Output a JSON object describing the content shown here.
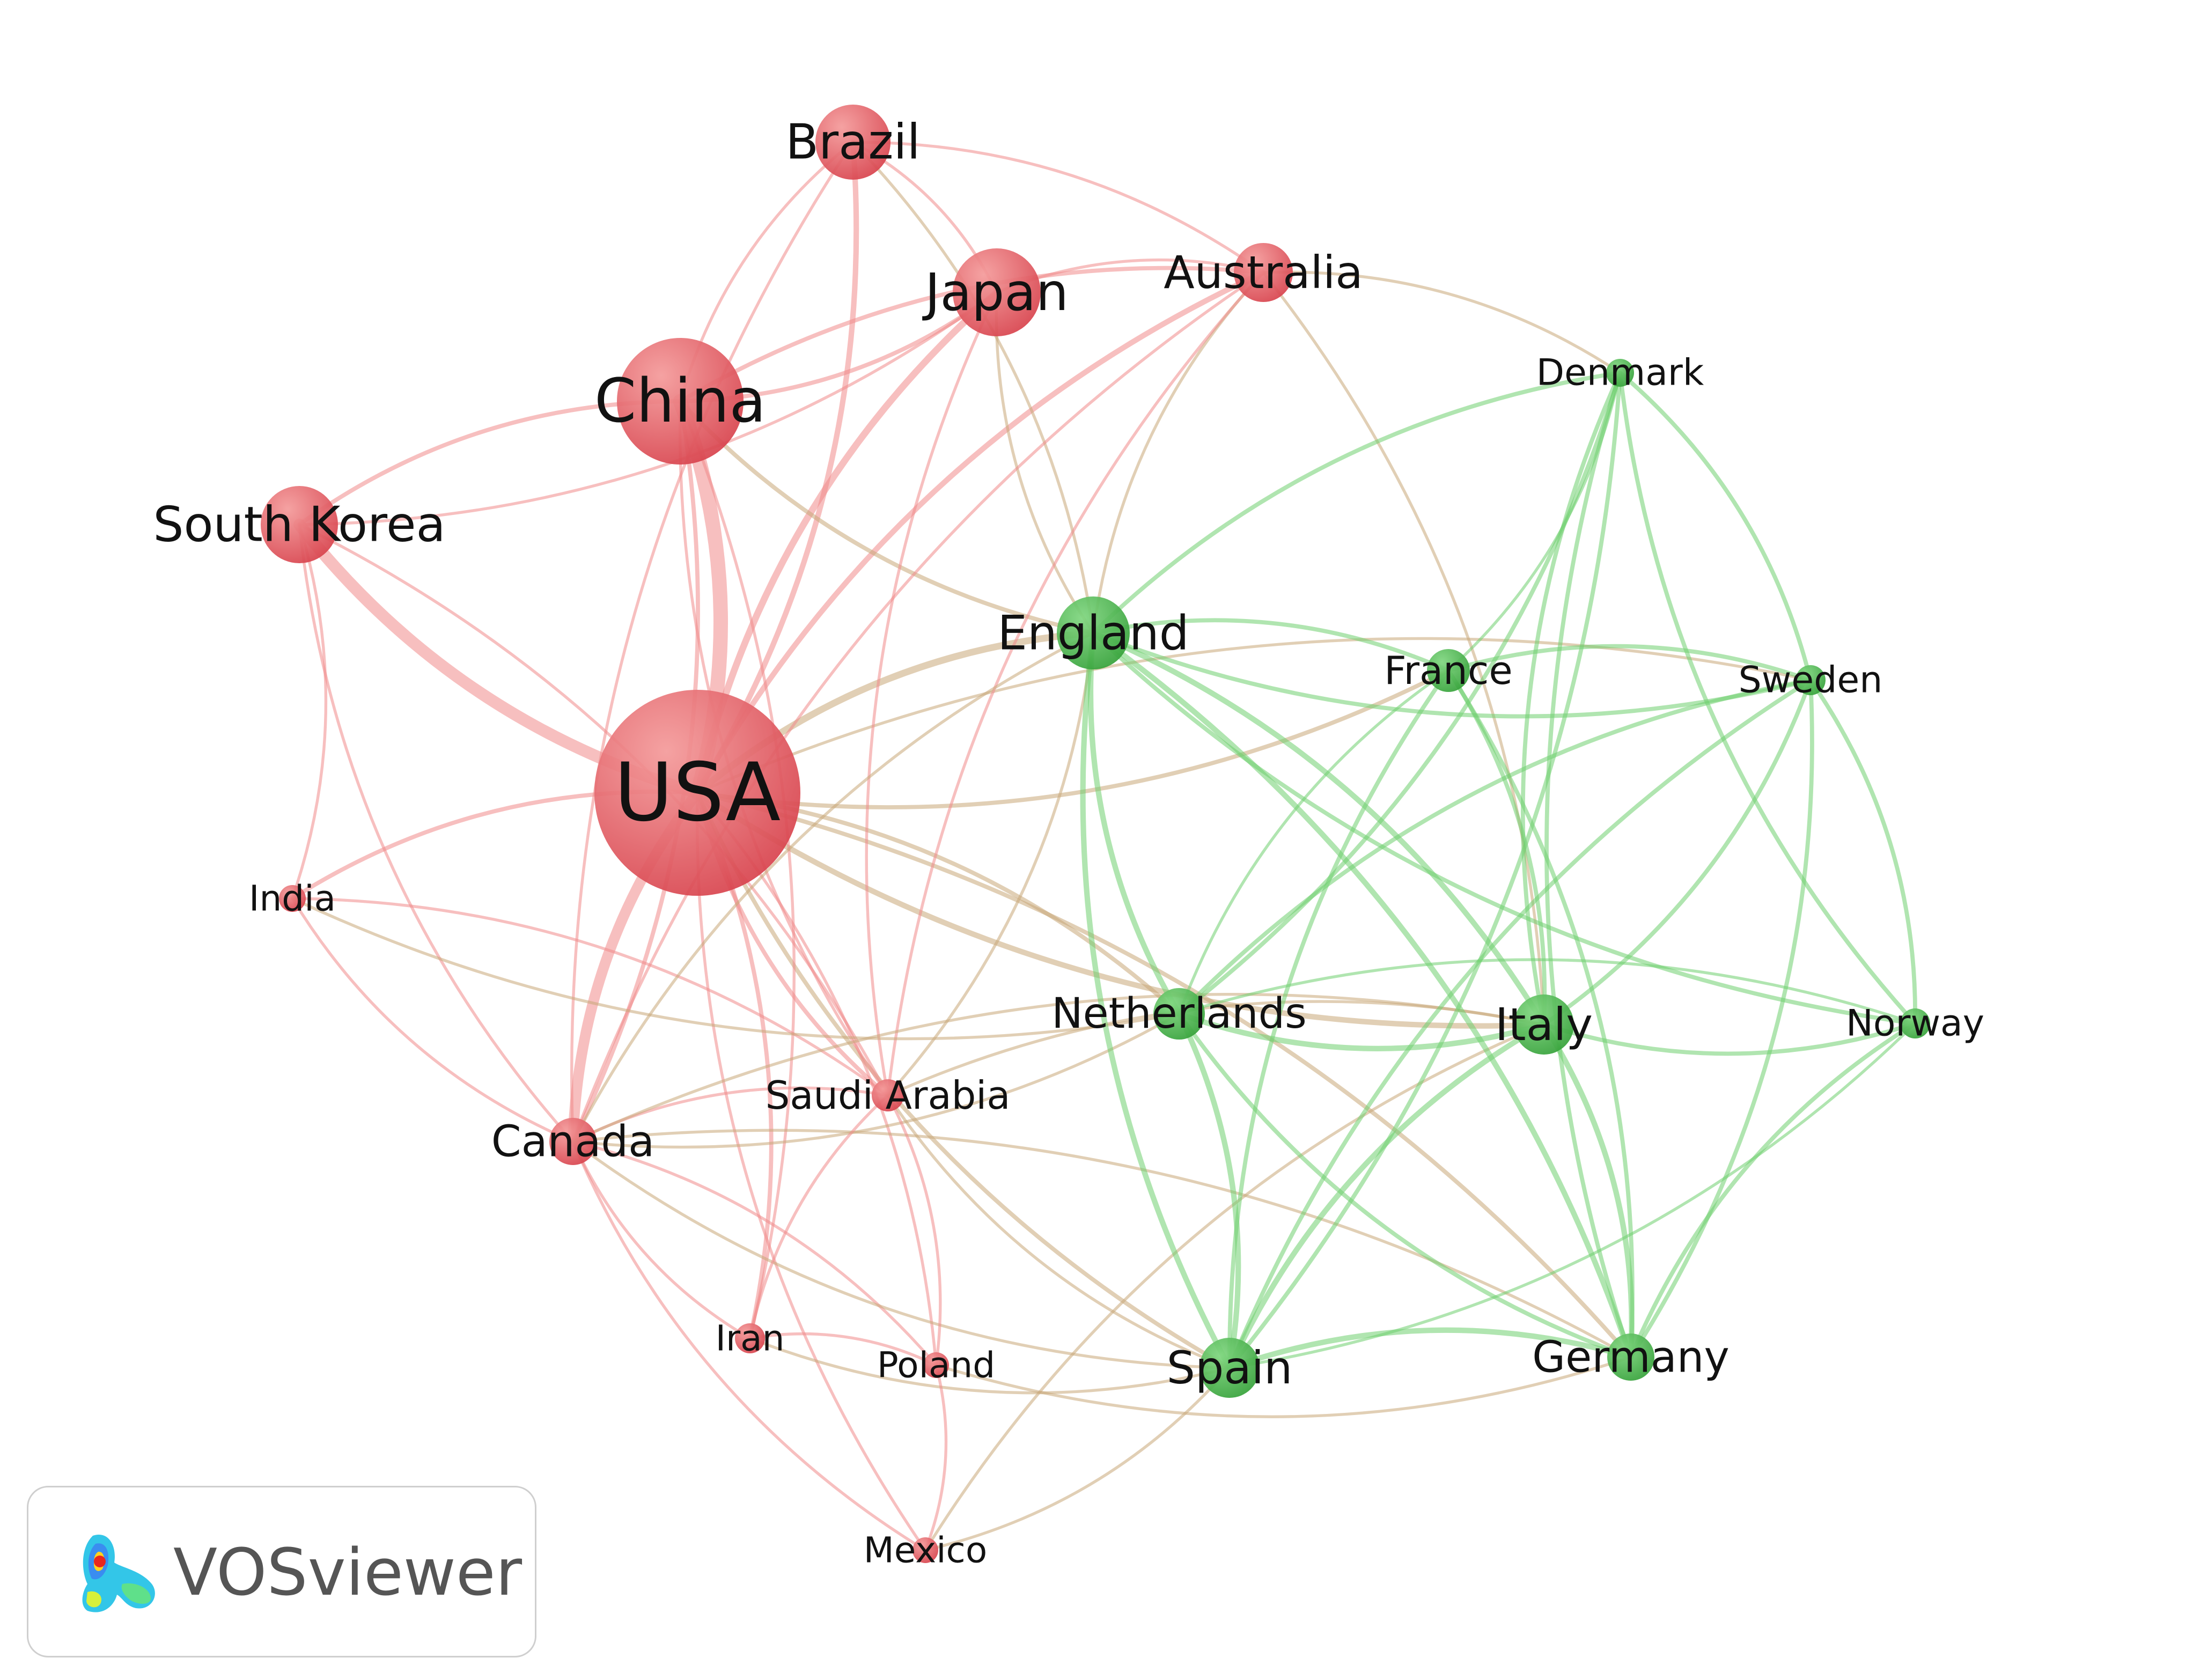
{
  "colors": {
    "cluster_red": "#e0505a",
    "cluster_green": "#46b046",
    "edge_red": "#f08a8a",
    "edge_green": "#6fcf6f",
    "edge_mixed": "#c9a878",
    "label": "#111111"
  },
  "brand": {
    "name": "VOSviewer",
    "logo_icon": "vosviewer-density-logo-icon"
  },
  "network": {
    "nodes": [
      {
        "id": "usa",
        "label": "USA",
        "cluster": 1,
        "weight": 100
      },
      {
        "id": "china",
        "label": "China",
        "cluster": 1,
        "weight": 38
      },
      {
        "id": "japan",
        "label": "Japan",
        "cluster": 1,
        "weight": 15
      },
      {
        "id": "brazil",
        "label": "Brazil",
        "cluster": 1,
        "weight": 10
      },
      {
        "id": "australia",
        "label": "Australia",
        "cluster": 1,
        "weight": 8
      },
      {
        "id": "south_korea",
        "label": "South Korea",
        "cluster": 1,
        "weight": 12
      },
      {
        "id": "india",
        "label": "India",
        "cluster": 1,
        "weight": 2
      },
      {
        "id": "canada",
        "label": "Canada",
        "cluster": 1,
        "weight": 6
      },
      {
        "id": "saudi_arabia",
        "label": "Saudi Arabia",
        "cluster": 1,
        "weight": 3
      },
      {
        "id": "iran",
        "label": "Iran",
        "cluster": 1,
        "weight": 2
      },
      {
        "id": "poland",
        "label": "Poland",
        "cluster": 1,
        "weight": 2
      },
      {
        "id": "mexico",
        "label": "Mexico",
        "cluster": 1,
        "weight": 2
      },
      {
        "id": "england",
        "label": "England",
        "cluster": 2,
        "weight": 9
      },
      {
        "id": "france",
        "label": "France",
        "cluster": 2,
        "weight": 3
      },
      {
        "id": "denmark",
        "label": "Denmark",
        "cluster": 2,
        "weight": 2
      },
      {
        "id": "sweden",
        "label": "Sweden",
        "cluster": 2,
        "weight": 2
      },
      {
        "id": "netherlands",
        "label": "Netherlands",
        "cluster": 2,
        "weight": 6
      },
      {
        "id": "italy",
        "label": "Italy",
        "cluster": 2,
        "weight": 7
      },
      {
        "id": "norway",
        "label": "Norway",
        "cluster": 2,
        "weight": 2
      },
      {
        "id": "spain",
        "label": "Spain",
        "cluster": 2,
        "weight": 7
      },
      {
        "id": "germany",
        "label": "Germany",
        "cluster": 2,
        "weight": 5
      }
    ],
    "links": [
      [
        "usa",
        "china",
        10
      ],
      [
        "usa",
        "south_korea",
        8
      ],
      [
        "usa",
        "canada",
        7
      ],
      [
        "usa",
        "japan",
        4
      ],
      [
        "usa",
        "brazil",
        3
      ],
      [
        "usa",
        "australia",
        3
      ],
      [
        "usa",
        "india",
        2
      ],
      [
        "usa",
        "england",
        4
      ],
      [
        "usa",
        "italy",
        3
      ],
      [
        "usa",
        "netherlands",
        2
      ],
      [
        "usa",
        "saudi_arabia",
        2
      ],
      [
        "usa",
        "iran",
        2
      ],
      [
        "usa",
        "spain",
        2
      ],
      [
        "usa",
        "germany",
        2
      ],
      [
        "usa",
        "france",
        2
      ],
      [
        "usa",
        "sweden",
        1
      ],
      [
        "usa",
        "mexico",
        1
      ],
      [
        "usa",
        "poland",
        1
      ],
      [
        "china",
        "japan",
        2
      ],
      [
        "china",
        "australia",
        2
      ],
      [
        "china",
        "south_korea",
        2
      ],
      [
        "china",
        "canada",
        2
      ],
      [
        "china",
        "england",
        2
      ],
      [
        "china",
        "brazil",
        1
      ],
      [
        "china",
        "saudi_arabia",
        1
      ],
      [
        "china",
        "iran",
        1
      ],
      [
        "japan",
        "brazil",
        1
      ],
      [
        "japan",
        "australia",
        1
      ],
      [
        "japan",
        "england",
        1
      ],
      [
        "japan",
        "south_korea",
        1
      ],
      [
        "japan",
        "saudi_arabia",
        1
      ],
      [
        "brazil",
        "australia",
        1
      ],
      [
        "brazil",
        "canada",
        1
      ],
      [
        "brazil",
        "england",
        1
      ],
      [
        "australia",
        "england",
        1
      ],
      [
        "australia",
        "denmark",
        1
      ],
      [
        "australia",
        "canada",
        1
      ],
      [
        "australia",
        "italy",
        1
      ],
      [
        "australia",
        "saudi_arabia",
        1
      ],
      [
        "south_korea",
        "india",
        1
      ],
      [
        "south_korea",
        "canada",
        1
      ],
      [
        "south_korea",
        "saudi_arabia",
        1
      ],
      [
        "india",
        "canada",
        1
      ],
      [
        "india",
        "saudi_arabia",
        1
      ],
      [
        "india",
        "netherlands",
        1
      ],
      [
        "canada",
        "saudi_arabia",
        1
      ],
      [
        "canada",
        "iran",
        1
      ],
      [
        "canada",
        "poland",
        1
      ],
      [
        "canada",
        "mexico",
        1
      ],
      [
        "canada",
        "england",
        1
      ],
      [
        "canada",
        "netherlands",
        1
      ],
      [
        "canada",
        "italy",
        1
      ],
      [
        "canada",
        "spain",
        1
      ],
      [
        "canada",
        "germany",
        1
      ],
      [
        "saudi_arabia",
        "iran",
        1
      ],
      [
        "saudi_arabia",
        "poland",
        1
      ],
      [
        "saudi_arabia",
        "england",
        1
      ],
      [
        "saudi_arabia",
        "italy",
        1
      ],
      [
        "saudi_arabia",
        "spain",
        1
      ],
      [
        "iran",
        "poland",
        1
      ],
      [
        "iran",
        "spain",
        1
      ],
      [
        "poland",
        "mexico",
        1
      ],
      [
        "poland",
        "germany",
        1
      ],
      [
        "mexico",
        "italy",
        1
      ],
      [
        "mexico",
        "spain",
        1
      ],
      [
        "england",
        "france",
        2
      ],
      [
        "england",
        "netherlands",
        3
      ],
      [
        "england",
        "italy",
        3
      ],
      [
        "england",
        "spain",
        3
      ],
      [
        "england",
        "germany",
        3
      ],
      [
        "england",
        "sweden",
        2
      ],
      [
        "england",
        "denmark",
        2
      ],
      [
        "england",
        "norway",
        2
      ],
      [
        "france",
        "italy",
        2
      ],
      [
        "france",
        "spain",
        2
      ],
      [
        "france",
        "germany",
        2
      ],
      [
        "france",
        "netherlands",
        1
      ],
      [
        "france",
        "sweden",
        2
      ],
      [
        "france",
        "denmark",
        1
      ],
      [
        "denmark",
        "sweden",
        2
      ],
      [
        "denmark",
        "norway",
        2
      ],
      [
        "denmark",
        "netherlands",
        2
      ],
      [
        "denmark",
        "italy",
        2
      ],
      [
        "denmark",
        "spain",
        2
      ],
      [
        "denmark",
        "germany",
        2
      ],
      [
        "sweden",
        "norway",
        2
      ],
      [
        "sweden",
        "netherlands",
        2
      ],
      [
        "sweden",
        "italy",
        2
      ],
      [
        "sweden",
        "spain",
        2
      ],
      [
        "sweden",
        "germany",
        2
      ],
      [
        "netherlands",
        "italy",
        3
      ],
      [
        "netherlands",
        "spain",
        3
      ],
      [
        "netherlands",
        "germany",
        2
      ],
      [
        "netherlands",
        "norway",
        1
      ],
      [
        "italy",
        "spain",
        3
      ],
      [
        "italy",
        "germany",
        3
      ],
      [
        "italy",
        "norway",
        2
      ],
      [
        "spain",
        "germany",
        3
      ],
      [
        "spain",
        "norway",
        1
      ],
      [
        "germany",
        "norway",
        2
      ]
    ]
  }
}
